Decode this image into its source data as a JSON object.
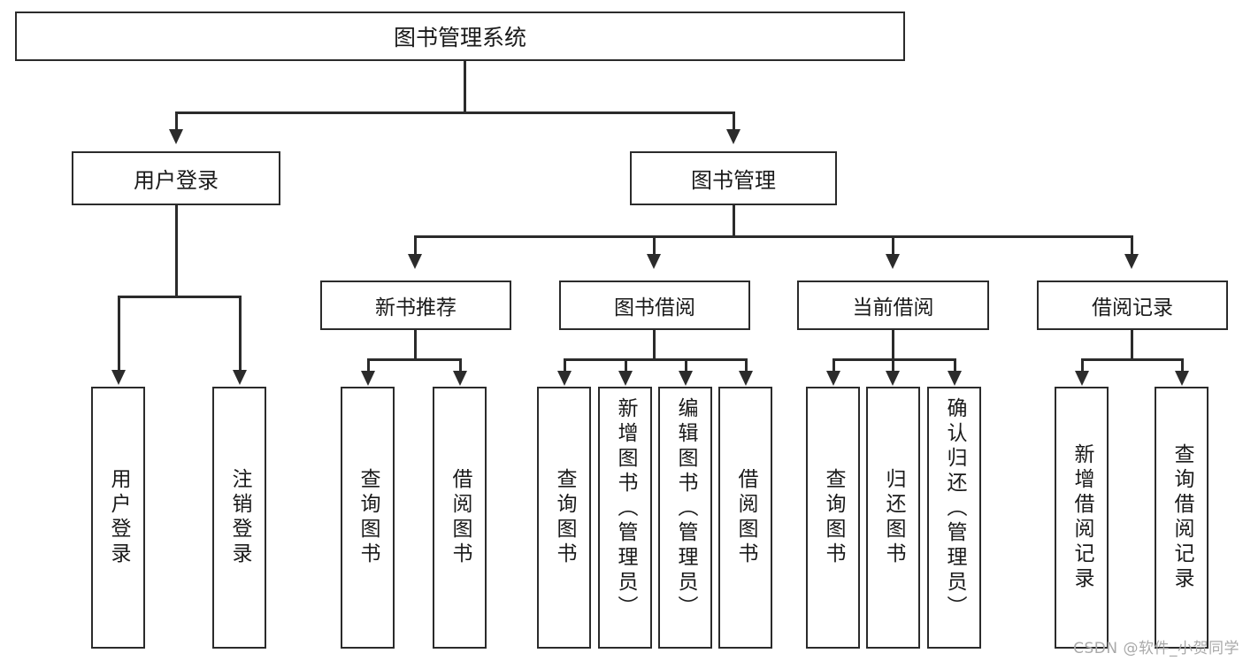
{
  "diagram": {
    "title": "图书管理系统",
    "type": "hierarchy-tree",
    "root": {
      "label": "图书管理系统"
    },
    "level2": [
      {
        "id": "user-login",
        "label": "用户登录"
      },
      {
        "id": "book-manage",
        "label": "图书管理"
      }
    ],
    "level3": [
      {
        "id": "new-book-recommend",
        "label": "新书推荐"
      },
      {
        "id": "book-borrow",
        "label": "图书借阅"
      },
      {
        "id": "current-borrow",
        "label": "当前借阅"
      },
      {
        "id": "borrow-record",
        "label": "借阅记录"
      }
    ],
    "leaves": {
      "user_login": [
        {
          "id": "leaf-user-login",
          "label": "用户登录"
        },
        {
          "id": "leaf-user-logout",
          "label": "注销登录"
        }
      ],
      "new_book_recommend": [
        {
          "id": "leaf-query-book-1",
          "label": "查询图书"
        },
        {
          "id": "leaf-borrow-book-1",
          "label": "借阅图书"
        }
      ],
      "book_borrow": [
        {
          "id": "leaf-query-book-2",
          "label": "查询图书"
        },
        {
          "id": "leaf-add-book",
          "label": "新增图书（管理员）"
        },
        {
          "id": "leaf-edit-book",
          "label": "编辑图书（管理员）"
        },
        {
          "id": "leaf-borrow-book-2",
          "label": "借阅图书"
        }
      ],
      "current_borrow": [
        {
          "id": "leaf-query-book-3",
          "label": "查询图书"
        },
        {
          "id": "leaf-return-book",
          "label": "归还图书"
        },
        {
          "id": "leaf-confirm-return",
          "label": "确认归还（管理员）"
        }
      ],
      "borrow_record": [
        {
          "id": "leaf-add-record",
          "label": "新增借阅记录"
        },
        {
          "id": "leaf-query-record",
          "label": "查询借阅记录"
        }
      ]
    }
  },
  "watermark": {
    "text": "CSDN @软件_小贺同学"
  },
  "colors": {
    "stroke": "#2b2b2b",
    "fill": "#ffffff",
    "text": "#1a1a1a",
    "watermark": "#a9a9a9"
  }
}
